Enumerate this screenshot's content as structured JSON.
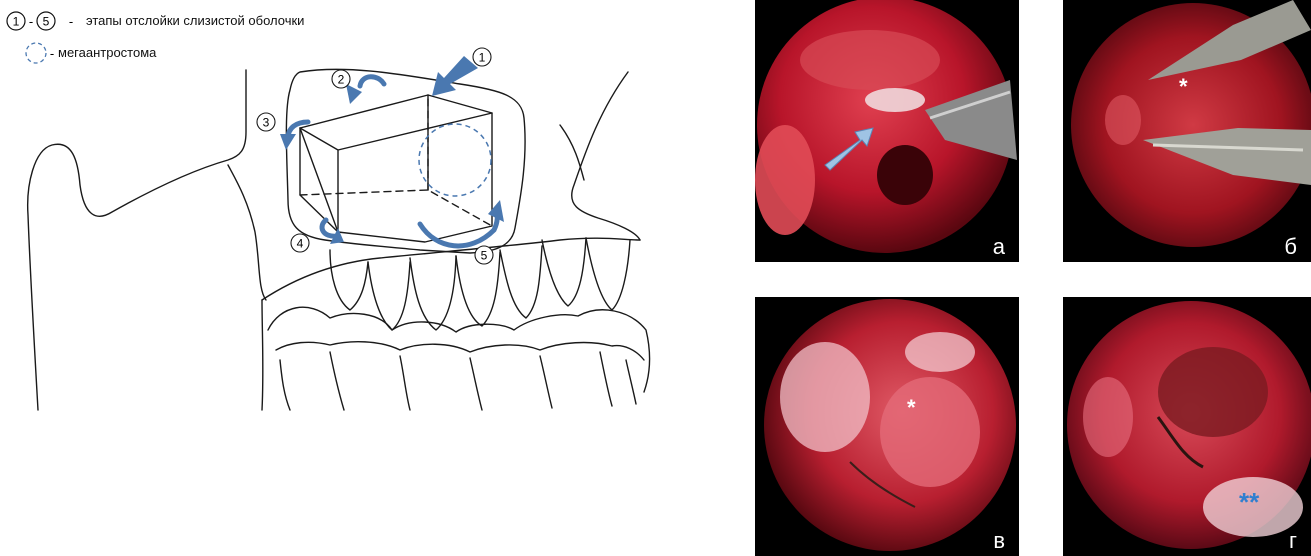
{
  "legend": {
    "range_start": "1",
    "range_end": "5",
    "stages_text": "этапы отслойки слизистой оболочки",
    "circle_text": "мегаантростома",
    "dash": "-"
  },
  "stage_markers": [
    "1",
    "2",
    "3",
    "4",
    "5"
  ],
  "photos": [
    {
      "label": "а",
      "star": ""
    },
    {
      "label": "б",
      "star": "*"
    },
    {
      "label": "в",
      "star": "*"
    },
    {
      "label": "г",
      "star": "**"
    }
  ],
  "colors": {
    "arrow_blue": "#4a78b0",
    "pale_arrow": "#9fc3e4",
    "tissue_red": "#c01a28",
    "double_star": "#2f7fd0"
  }
}
